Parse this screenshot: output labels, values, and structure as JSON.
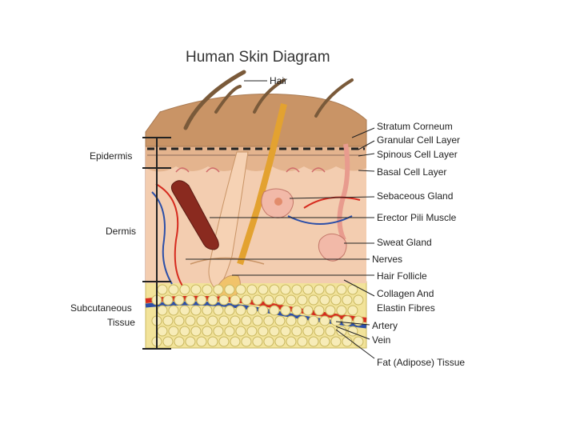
{
  "title": "Human Skin Diagram",
  "left_labels": {
    "epidermis": "Epidermis",
    "dermis": "Dermis",
    "subcutaneous_line1": "Subcutaneous",
    "subcutaneous_line2": "Tissue"
  },
  "right_labels": {
    "hair": "Hair",
    "stratum_corneum": "Stratum Corneum",
    "granular_cell_layer": "Granular Cell Layer",
    "spinous_cell_layer": "Spinous Cell Layer",
    "basal_cell_layer": "Basal Cell Layer",
    "sebaceous_gland": "Sebaceous Gland",
    "erector_pili_muscle": "Erector Pili Muscle",
    "sweat_gland": "Sweat Gland",
    "nerves": "Nerves",
    "hair_follicle": "Hair Follicle",
    "collagen_line1": "Collagen And",
    "collagen_line2": "Elastin Fibres",
    "artery": "Artery",
    "vein": "Vein",
    "fat_tissue": "Fat (Adipose) Tissue"
  },
  "colors": {
    "stratum": "#c99466",
    "epidermis": "#e4b48e",
    "dermis": "#f3cdb0",
    "fat": "#f2e39a",
    "artery": "#d62b1f",
    "vein": "#2c4fa8",
    "muscle": "#8a2a1f",
    "hair": "#7a5a3a",
    "follicle": "#f1c36a"
  }
}
